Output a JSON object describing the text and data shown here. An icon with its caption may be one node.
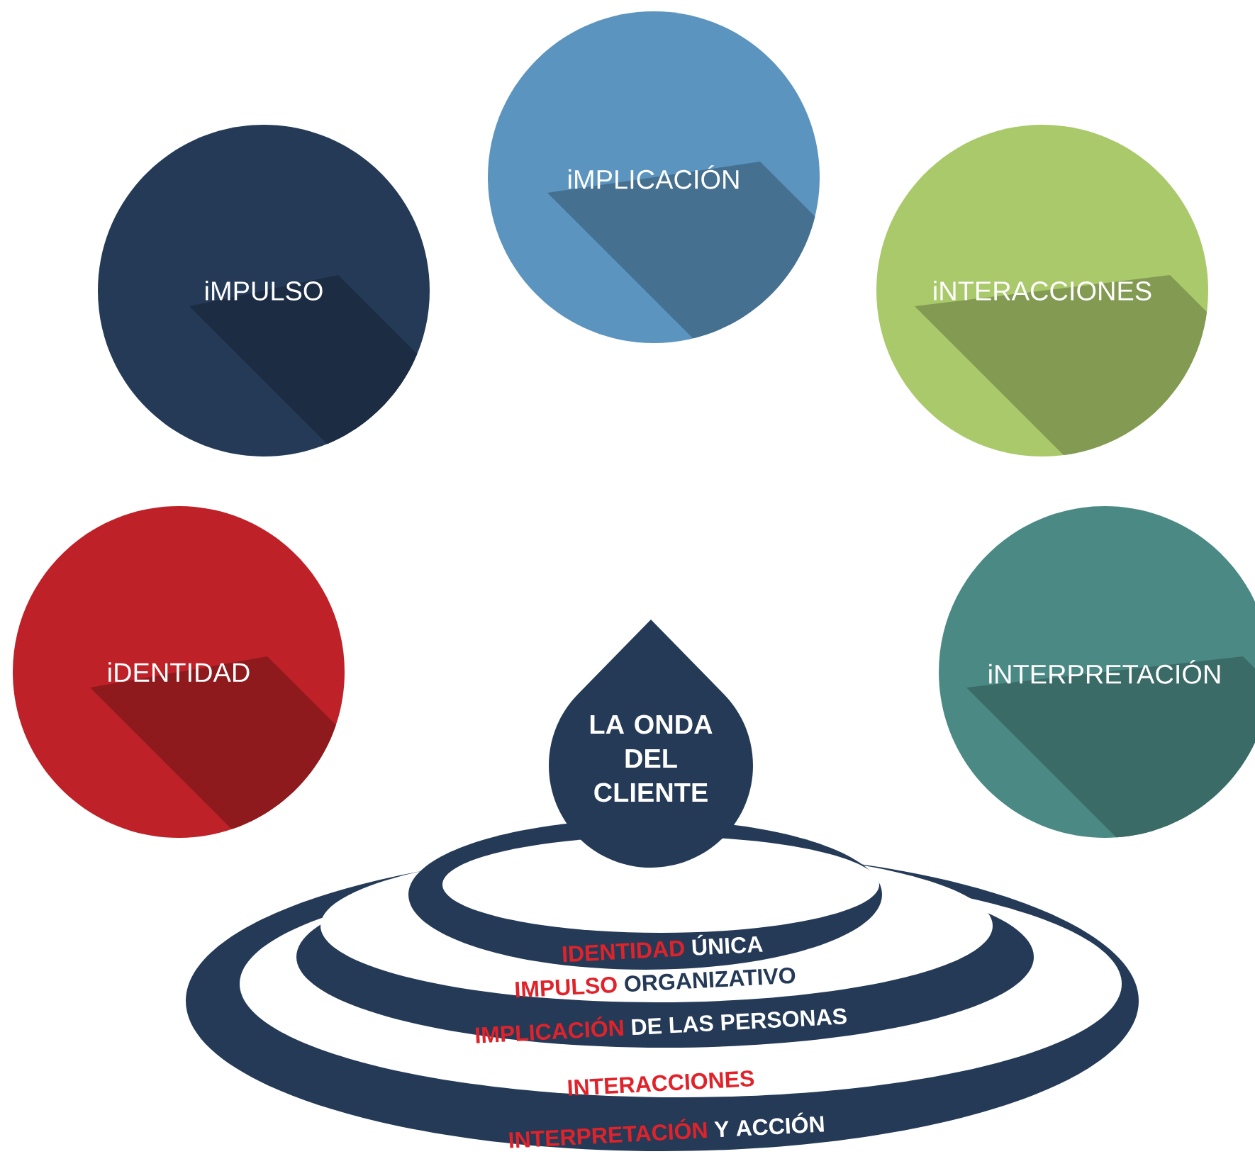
{
  "diagram": {
    "nodes": [
      {
        "text": [
          "iMPLICACIÓN"
        ]
      },
      {
        "text": [
          "iMPULSO"
        ]
      },
      {
        "text": [
          "iNTERACCIONES"
        ]
      },
      {
        "text": [
          "iDENTIDAD"
        ]
      },
      {
        "text": [
          "iNTERPRETACIÓN"
        ]
      },
      {
        "text": [
          "LA ONDA DEL CLIENTE"
        ]
      }
    ],
    "labels": [
      "IDENTIDAD",
      "ÚNICA",
      "IMPULSO",
      "ORGANIZATIVO",
      "IMPLICACIÓN",
      "DE LAS PERSONAS",
      "INTERACCIONES",
      "INTERPRETACIÓN",
      "Y ACCIÓN"
    ]
  }
}
